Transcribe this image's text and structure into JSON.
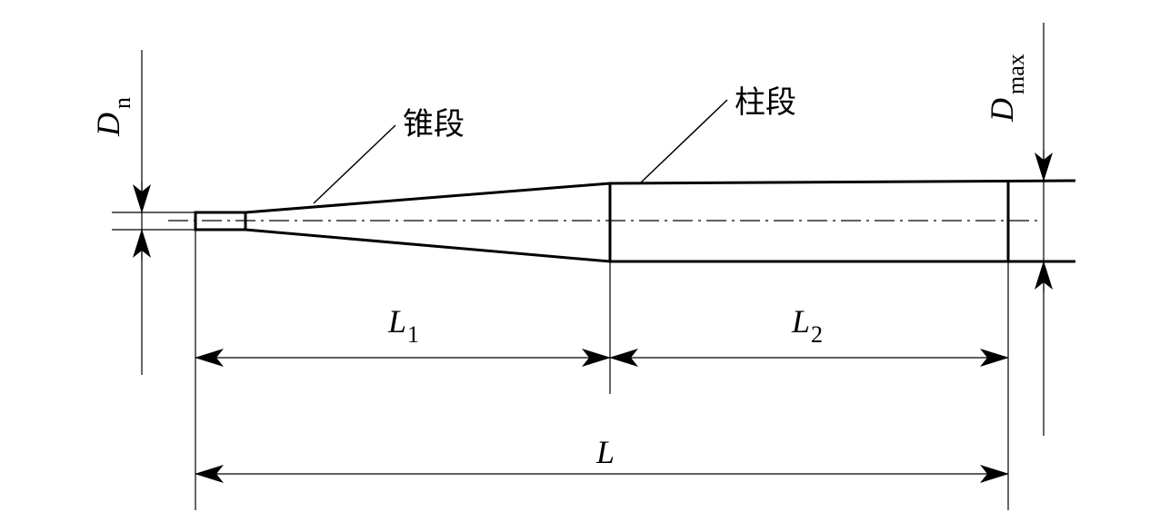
{
  "labels": {
    "dn_main": "D",
    "dn_sub": "n",
    "dmax_main": "D",
    "dmax_sub": "max",
    "cone_section": "锥段",
    "cylinder_section": "柱段",
    "l1_main": "L",
    "l1_sub": "1",
    "l2_main": "L",
    "l2_sub": "2",
    "l_total": "L"
  }
}
